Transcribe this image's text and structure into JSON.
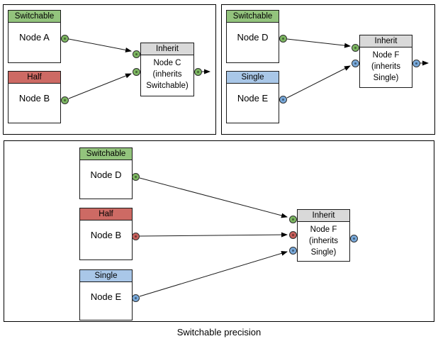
{
  "caption": "Switchable precision",
  "colors": {
    "switchable_green": "#93c47d",
    "half_red": "#cd6a64",
    "single_blue": "#a9c7e8",
    "inherit_gray": "#d9d9d9",
    "port_green": "#7cb661",
    "port_red": "#c75f5b",
    "port_blue": "#78a9da"
  },
  "panels": [
    {
      "name": "top-left",
      "nodes": [
        {
          "header": "Switchable",
          "label": "Node A",
          "output_port": "green"
        },
        {
          "header": "Half",
          "label": "Node B",
          "output_port": "green"
        },
        {
          "header": "Inherit",
          "lines": [
            "Node C",
            "(inherits",
            "Switchable)"
          ],
          "input_ports": [
            "green",
            "green"
          ],
          "output_port": "green"
        }
      ],
      "edges": [
        {
          "from": "Node A",
          "to": "Node C"
        },
        {
          "from": "Node B",
          "to": "Node C"
        },
        {
          "from": "Node C",
          "to": "output"
        }
      ]
    },
    {
      "name": "top-right",
      "nodes": [
        {
          "header": "Switchable",
          "label": "Node D",
          "output_port": "green"
        },
        {
          "header": "Single",
          "label": "Node E",
          "output_port": "blue"
        },
        {
          "header": "Inherit",
          "lines": [
            "Node F",
            "(inherits",
            "Single)"
          ],
          "input_ports": [
            "green",
            "blue"
          ],
          "output_port": "blue"
        }
      ],
      "edges": [
        {
          "from": "Node D",
          "to": "Node F"
        },
        {
          "from": "Node E",
          "to": "Node F"
        },
        {
          "from": "Node F",
          "to": "output"
        }
      ]
    },
    {
      "name": "bottom",
      "nodes": [
        {
          "header": "Switchable",
          "label": "Node D",
          "output_port": "green"
        },
        {
          "header": "Half",
          "label": "Node B",
          "output_port": "red"
        },
        {
          "header": "Single",
          "label": "Node E",
          "output_port": "blue"
        },
        {
          "header": "Inherit",
          "lines": [
            "Node F",
            "(inherits",
            "Single)"
          ],
          "input_ports": [
            "green",
            "red",
            "blue"
          ],
          "output_port": "blue"
        }
      ],
      "edges": [
        {
          "from": "Node D",
          "to": "Node F"
        },
        {
          "from": "Node B",
          "to": "Node F"
        },
        {
          "from": "Node E",
          "to": "Node F"
        }
      ]
    }
  ]
}
